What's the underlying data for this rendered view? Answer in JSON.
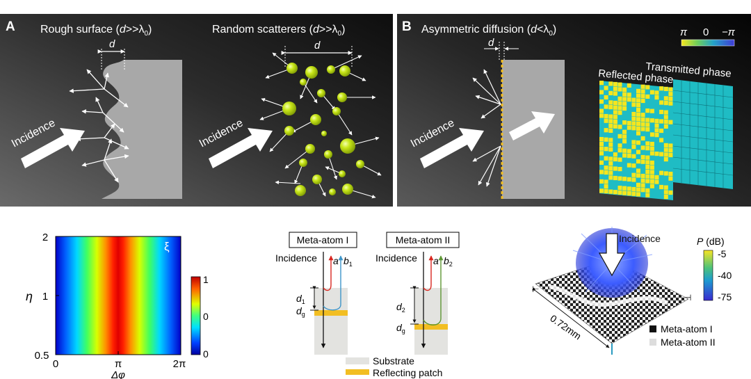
{
  "panel_a": {
    "label": "A",
    "rough_title_pre": "Rough surface (",
    "rough_title_var": "d",
    "rough_title_mid": ">>λ",
    "rough_title_sub": "0",
    "rough_title_post": ")",
    "random_title_pre": "Random scatterers (",
    "random_title_var": "d",
    "random_title_mid": ">>λ",
    "random_title_sub": "0",
    "random_title_post": ")",
    "dim_label": "d",
    "incidence": "Incidence"
  },
  "panel_b": {
    "label": "B",
    "title_pre": "Asymmetric diffusion (",
    "title_var": "d",
    "title_mid": "<λ",
    "title_sub": "0",
    "title_post": ")",
    "dim_label": "d",
    "incidence": "Incidence",
    "reflected_phase": "Reflected phase",
    "transmitted_phase": "Transmitted phase",
    "phase_scale": [
      "π",
      "0",
      "−π"
    ]
  },
  "panel_c": {
    "xlabel": "Δφ",
    "ylabel": "η",
    "var_label": "ξ",
    "x_ticks": [
      "0",
      "π",
      "2π"
    ],
    "y_ticks": [
      "2",
      "1",
      "0.5"
    ],
    "colorbar_ticks": [
      "1",
      "0",
      "0"
    ]
  },
  "panel_d": {
    "meta_atom_1": "Meta-atom I",
    "meta_atom_2": "Meta-atom II",
    "incidence": "Incidence",
    "a_label": "a",
    "b1_label": "b",
    "b1_sub": "1",
    "b2_label": "b",
    "b2_sub": "2",
    "d1_label": "d",
    "d1_sub": "1",
    "dg_label": "d",
    "dg_sub": "g",
    "d2_label": "d",
    "d2_sub": "2",
    "substrate": "Substrate",
    "reflecting_patch": "Reflecting patch"
  },
  "panel_e": {
    "incidence": "Incidence",
    "size_label": "0.72mm",
    "colorbar_title_var": "P",
    "colorbar_title_unit": " (dB)",
    "colorbar_ticks": [
      "-5",
      "-40",
      "-75"
    ],
    "legend_meta_1": "Meta-atom I",
    "legend_meta_2": "Meta-atom II"
  },
  "colors": {
    "scatterer": "#c8e619",
    "patch": "#f2be22",
    "substrate": "#e3e3e0",
    "arrow_a": "#d9261f",
    "arrow_b1": "#3d95c9",
    "arrow_b2": "#5d9633"
  }
}
